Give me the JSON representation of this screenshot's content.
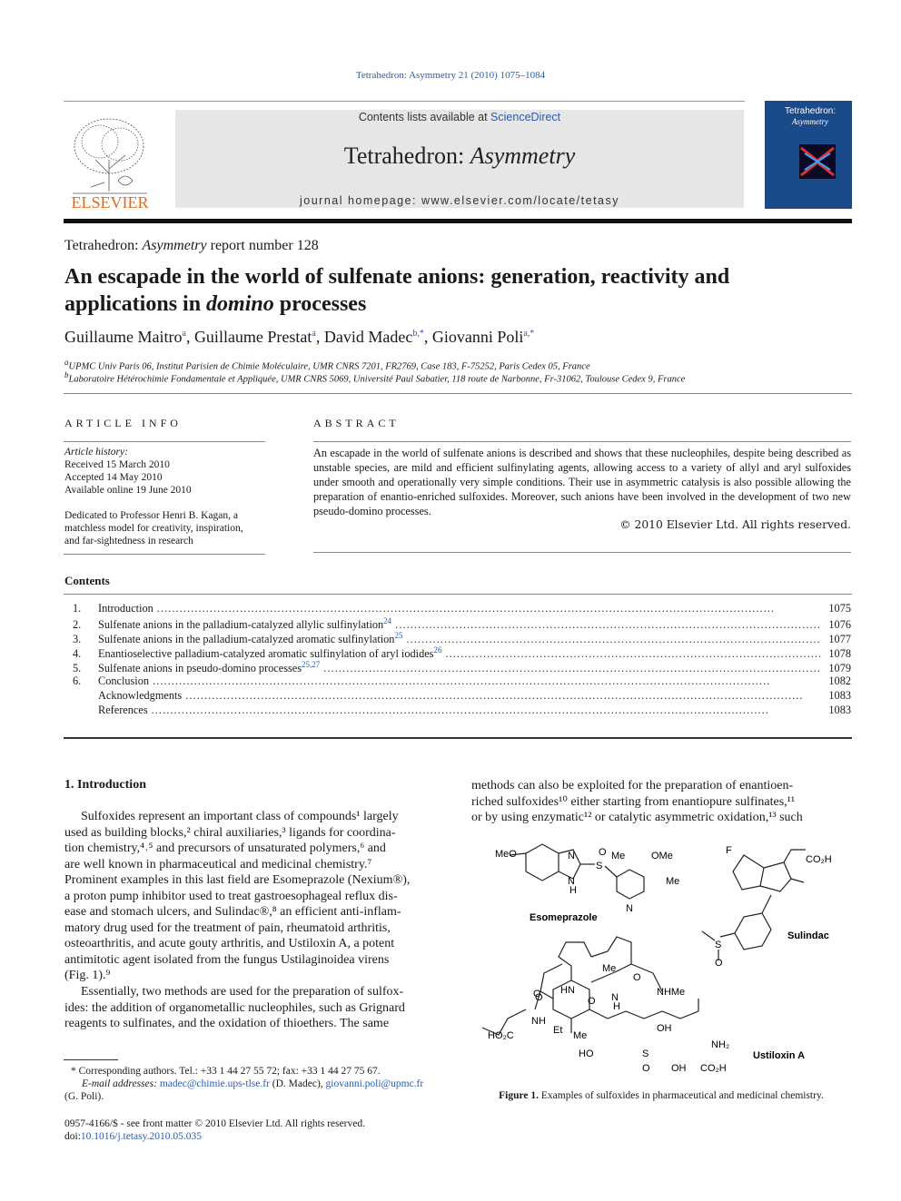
{
  "header": {
    "citation": "Tetrahedron: Asymmetry 21 (2010) 1075–1084",
    "contents_available": "Contents lists available at ",
    "sciencedirect": "ScienceDirect",
    "journal_name": "Tetrahedron: Asymmetry",
    "homepage_label": "journal homepage: www.elsevier.com/locate/tetasy",
    "publisher": "ELSEVIER",
    "cover_title": "Tetrahedron:",
    "cover_subtitle": "Asymmetry"
  },
  "report_line": "Tetrahedron: Asymmetry report number 128",
  "title_line1": "An escapade in the world of sulfenate anions: generation, reactivity and",
  "title_line2a": "applications in ",
  "title_line2b": "domino",
  "title_line2c": " processes",
  "authors": [
    {
      "name": "Guillaume Maitro",
      "sup": "a"
    },
    {
      "name": "Guillaume Prestat",
      "sup": "a"
    },
    {
      "name": "David Madec",
      "sup": "b,*"
    },
    {
      "name": "Giovanni Poli",
      "sup": "a,*"
    }
  ],
  "affiliations": [
    {
      "sup": "a",
      "text": "UPMC Univ Paris 06, Institut Parisien de Chimie Moléculaire, UMR CNRS 7201, FR2769, Case 183, F-75252, Paris Cedex 05, France"
    },
    {
      "sup": "b",
      "text": "Laboratoire Hétérochimie Fondamentale et Appliquée, UMR CNRS 5069, Université Paul Sabatier, 118 route de Narbonne, Fr-31062, Toulouse Cedex 9, France"
    }
  ],
  "article_info": {
    "heading": "ARTICLE INFO",
    "history_label": "Article history:",
    "received": "Received 15 March 2010",
    "accepted": "Accepted 14 May 2010",
    "online": "Available online 19 June 2010",
    "dedication1": "Dedicated to Professor Henri B. Kagan, a",
    "dedication2": "matchless model for creativity, inspiration,",
    "dedication3": "and far-sightedness in research"
  },
  "abstract": {
    "heading": "ABSTRACT",
    "text": "An escapade in the world of sulfenate anions is described and shows that these nucleophiles, despite being described as unstable species, are mild and efficient sulfinylating agents, allowing access to a variety of allyl and aryl sulfoxides under smooth and operationally very simple conditions. Their use in asymmetric catalysis is also possible allowing the preparation of enantio-enriched sulfoxides. Moreover, such anions have been involved in the development of two new pseudo-domino processes.",
    "copyright": "© 2010 Elsevier Ltd. All rights reserved."
  },
  "contents": {
    "heading": "Contents",
    "items": [
      {
        "num": "1.",
        "label": "Introduction",
        "sup": "",
        "page": "1075"
      },
      {
        "num": "2.",
        "label": "Sulfenate anions in the palladium-catalyzed allylic sulfinylation",
        "sup": "24",
        "page": "1076"
      },
      {
        "num": "3.",
        "label": "Sulfenate anions in the palladium-catalyzed aromatic sulfinylation",
        "sup": "25",
        "page": "1077"
      },
      {
        "num": "4.",
        "label": "Enantioselective palladium-catalyzed aromatic sulfinylation of aryl iodides",
        "sup": "26",
        "page": "1078"
      },
      {
        "num": "5.",
        "label": "Sulfenate anions in pseudo-domino processes",
        "sup": "25,27",
        "page": "1079"
      },
      {
        "num": "6.",
        "label": "Conclusion",
        "sup": "",
        "page": "1082"
      },
      {
        "num": "",
        "label": "Acknowledgments",
        "sup": "",
        "page": "1083"
      },
      {
        "num": "",
        "label": "References",
        "sup": "",
        "page": "1083"
      }
    ]
  },
  "intro": {
    "heading": "1. Introduction",
    "lines_left": [
      "Sulfoxides represent an important class of compounds¹ largely",
      "used as building blocks,² chiral auxiliaries,³ ligands for coordina-",
      "tion chemistry,⁴˒⁵ and precursors of unsaturated polymers,⁶ and",
      "are well known in pharmaceutical and medicinal chemistry.⁷",
      "Prominent examples in this last field are Esomeprazole (Nexium®),",
      "a proton pump inhibitor used to treat gastroesophageal reflux dis-",
      "ease and stomach ulcers, and Sulindac®,⁸ an efficient anti-inflam-",
      "matory drug used for the treatment of pain, rheumatoid arthritis,",
      "osteoarthritis, and acute gouty arthritis, and Ustiloxin A, a potent",
      "antimitotic agent isolated from the fungus Ustilaginoidea virens",
      "(Fig. 1).⁹",
      "Essentially, two methods are used for the preparation of sulfox-",
      "ides: the addition of organometallic nucleophiles, such as Grignard",
      "reagents to sulfinates, and the oxidation of thioethers. The same"
    ],
    "lines_right": [
      "methods can also be exploited for the preparation of enantioen-",
      "riched sulfoxides¹⁰ either starting from enantiopure sulfinates,¹¹",
      "or by using enzymatic¹² or catalytic asymmetric oxidation,¹³ such"
    ]
  },
  "figure": {
    "caption_label": "Figure 1.",
    "caption_text": "Examples of sulfoxides in pharmaceutical and medicinal chemistry.",
    "esomeprazole": "Esomeprazole",
    "sulindac": "Sulindac",
    "ustiloxin": "Ustiloxin A",
    "labels": {
      "meo": "MeO",
      "n1": "N",
      "h": "H",
      "n2": "N",
      "s1": "S",
      "o1": "O",
      "me1": "Me",
      "ome": "OMe",
      "me2": "Me",
      "n3": "N",
      "f": "F",
      "co2h": "CO₂H",
      "s2": "S",
      "o2": "O",
      "me3": "Me",
      "hn1": "HN",
      "o3": "O",
      "n4": "N",
      "h2": "H",
      "o4": "O",
      "nhme": "NHMe",
      "o5": "O",
      "nh": "NH",
      "ho2c": "HO₂C",
      "et": "Et",
      "o6": "O",
      "me4": "Me",
      "oh1": "OH",
      "ho": "HO",
      "s3": "S",
      "o7": "O",
      "oh2": "OH",
      "nh2": "NH₂",
      "co2h2": "CO₂H"
    }
  },
  "footnotes": {
    "corresponding": "* Corresponding authors. Tel.: +33 1 44 27 55 72; fax: +33 1 44 27 75 67.",
    "email_label": "E-mail addresses:",
    "email1": "madec@chimie.ups-tlse.fr",
    "email1_who": "(D. Madec),",
    "email2": "giovanni.poli@upmc.fr",
    "email2_who": "(G. Poli).",
    "issn": "0957-4166/$ - see front matter © 2010 Elsevier Ltd. All rights reserved.",
    "doi_label": "doi:",
    "doi": "10.1016/j.tetasy.2010.05.035"
  }
}
